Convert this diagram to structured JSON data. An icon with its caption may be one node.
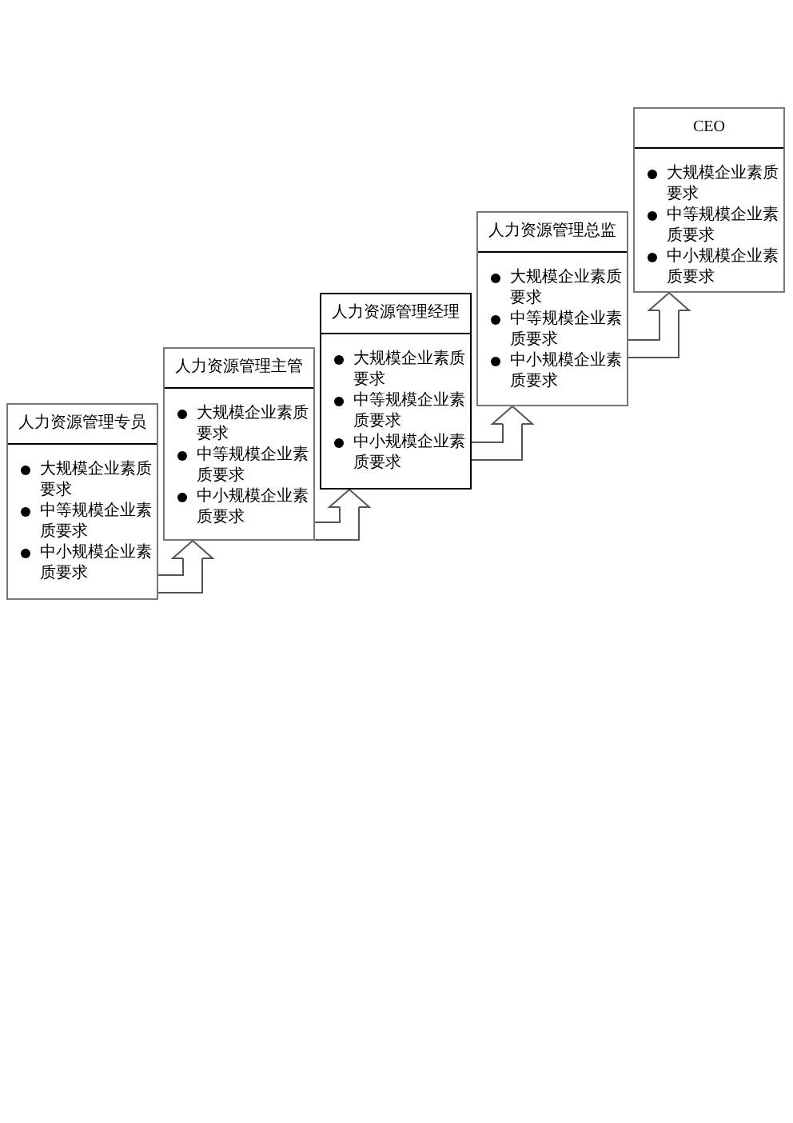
{
  "diagram": {
    "nodes": [
      {
        "text": [
          "人力资源管理专员",
          "大规模企业素质要求",
          "中等规模企业素质要求",
          "中小规模企业素质要求"
        ]
      },
      {
        "text": [
          "人力资源管理主管",
          "大规模企业素质要求",
          "中等规模企业素质要求",
          "中小规模企业素质要求"
        ]
      },
      {
        "text": [
          "人力资源管理经理",
          "大规模企业素质要求",
          "中等规模企业素质要求",
          "中小规模企业素质要求"
        ]
      },
      {
        "text": [
          "人力资源管理总监",
          "大规模企业素质要求",
          "中等规模企业素质要求",
          "中小规模企业素质要求"
        ]
      },
      {
        "text": [
          "CEO",
          "大规模企业素质要求",
          "中等规模企业素质要求",
          "中小规模企业素质要求"
        ]
      }
    ],
    "edges": [
      {
        "from": 0,
        "to": 1,
        "arrow": "to"
      },
      {
        "from": 1,
        "to": 2,
        "arrow": "to"
      },
      {
        "from": 2,
        "to": 3,
        "arrow": "to"
      },
      {
        "from": 3,
        "to": 4,
        "arrow": "to"
      }
    ]
  }
}
